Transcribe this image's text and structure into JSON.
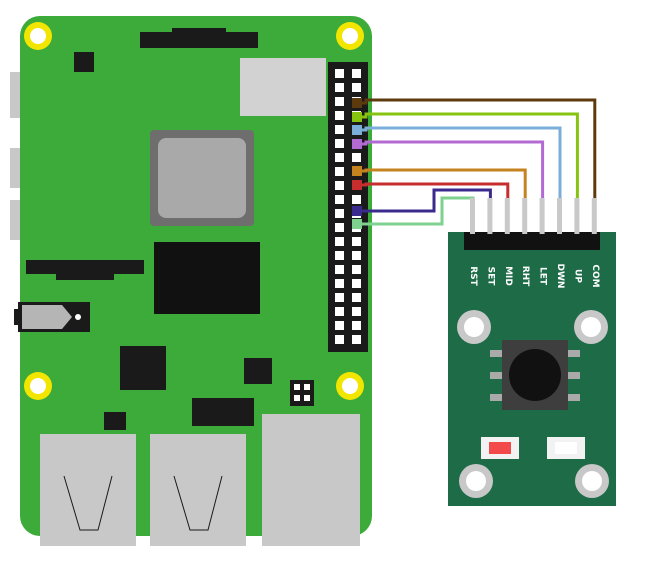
{
  "diagram": {
    "board": {
      "color": "#3dab3a",
      "gpio_pin_fill": "#ffffff",
      "header_color": "#1a1a1a"
    },
    "joystick_module": {
      "color": "#1e6b47",
      "pin_labels": [
        "RST",
        "SET",
        "MID",
        "RHT",
        "LET",
        "DWN",
        "UP",
        "COM"
      ]
    },
    "wires": [
      {
        "pin": "COM",
        "color": "#5c3a0e"
      },
      {
        "pin": "UP",
        "color": "#86c40f"
      },
      {
        "pin": "DWN",
        "color": "#7aaed8"
      },
      {
        "pin": "LET",
        "color": "#b36ad2"
      },
      {
        "pin": "RHT",
        "color": "#c5831f"
      },
      {
        "pin": "MID",
        "color": "#c72d2d"
      },
      {
        "pin": "SET",
        "color": "#3a2a8e"
      },
      {
        "pin": "RST",
        "color": "#7fd18f"
      }
    ]
  }
}
